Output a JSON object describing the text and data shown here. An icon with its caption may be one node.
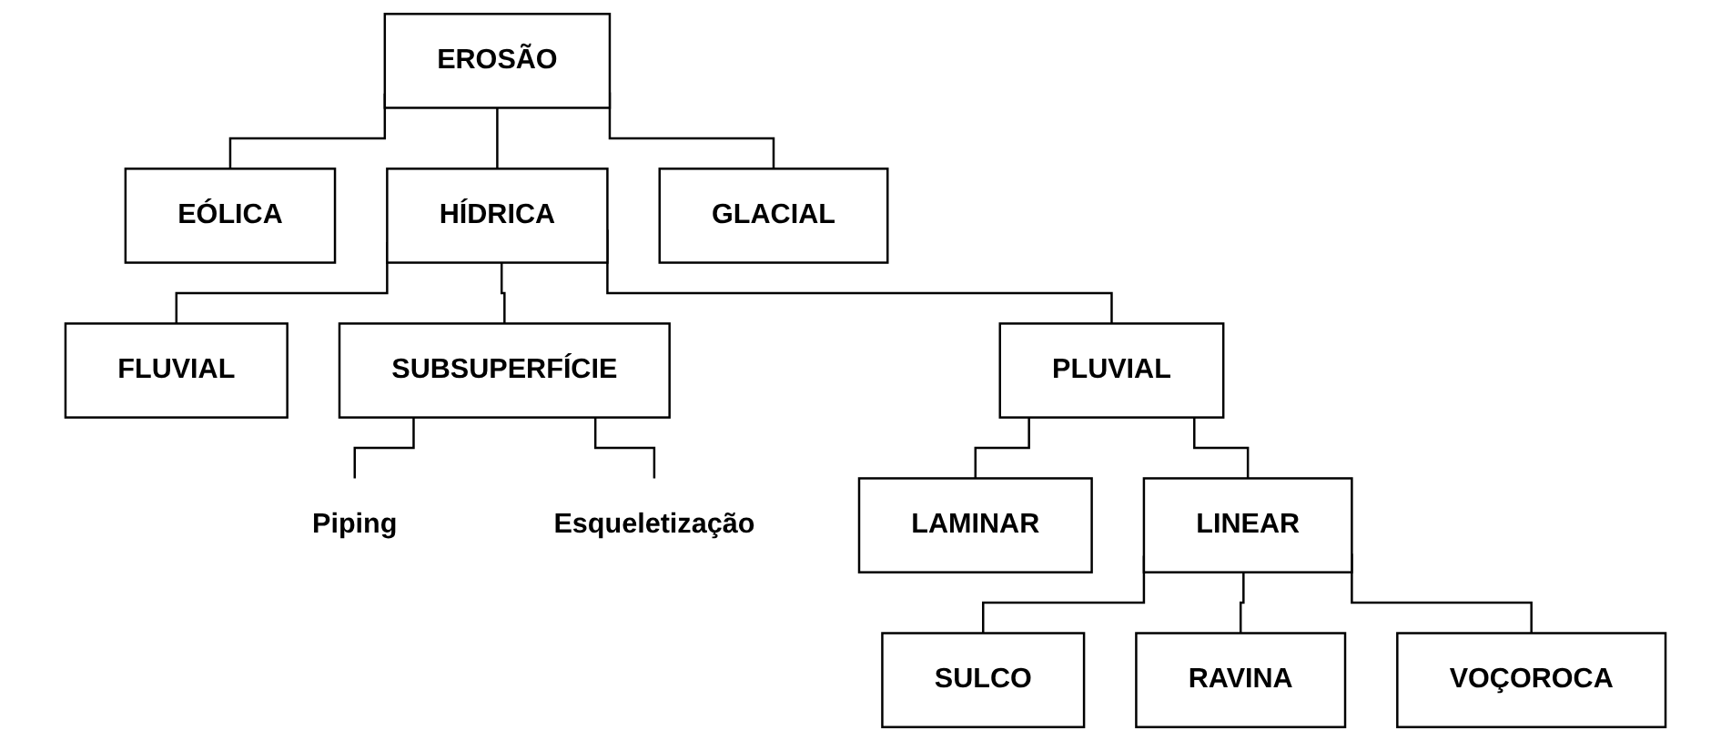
{
  "diagram": {
    "nodes": [
      {
        "text": [
          "EROSÃO"
        ]
      },
      {
        "text": [
          "EÓLICA"
        ]
      },
      {
        "text": [
          "HÍDRICA"
        ]
      },
      {
        "text": [
          "GLACIAL"
        ]
      },
      {
        "text": [
          "FLUVIAL"
        ]
      },
      {
        "text": [
          "PLUVIAL"
        ]
      },
      {
        "text": [
          "SUBSUPERFÍCIE"
        ]
      },
      {
        "text": [
          "Piping"
        ]
      },
      {
        "text": [
          "Esqueletização"
        ]
      },
      {
        "text": [
          "LAMINAR"
        ]
      },
      {
        "text": [
          "LINEAR"
        ]
      },
      {
        "text": [
          "SULCO"
        ]
      },
      {
        "text": [
          "RAVINA"
        ]
      },
      {
        "text": [
          "VOÇOROCA"
        ]
      }
    ],
    "edges": [
      {
        "from": 0,
        "to": 1,
        "arrow": "none"
      },
      {
        "from": 0,
        "to": 2,
        "arrow": "none"
      },
      {
        "from": 0,
        "to": 3,
        "arrow": "none"
      },
      {
        "from": 2,
        "to": 4,
        "arrow": "none"
      },
      {
        "from": 2,
        "to": 5,
        "arrow": "none"
      },
      {
        "from": 2,
        "to": 6,
        "arrow": "none"
      },
      {
        "from": 6,
        "to": 7,
        "arrow": "none"
      },
      {
        "from": 6,
        "to": 8,
        "arrow": "none"
      },
      {
        "from": 5,
        "to": 9,
        "arrow": "none"
      },
      {
        "from": 5,
        "to": 10,
        "arrow": "none"
      },
      {
        "from": 10,
        "to": 11,
        "arrow": "none"
      },
      {
        "from": 10,
        "to": 12,
        "arrow": "none"
      },
      {
        "from": 10,
        "to": 13,
        "arrow": "none"
      }
    ]
  }
}
